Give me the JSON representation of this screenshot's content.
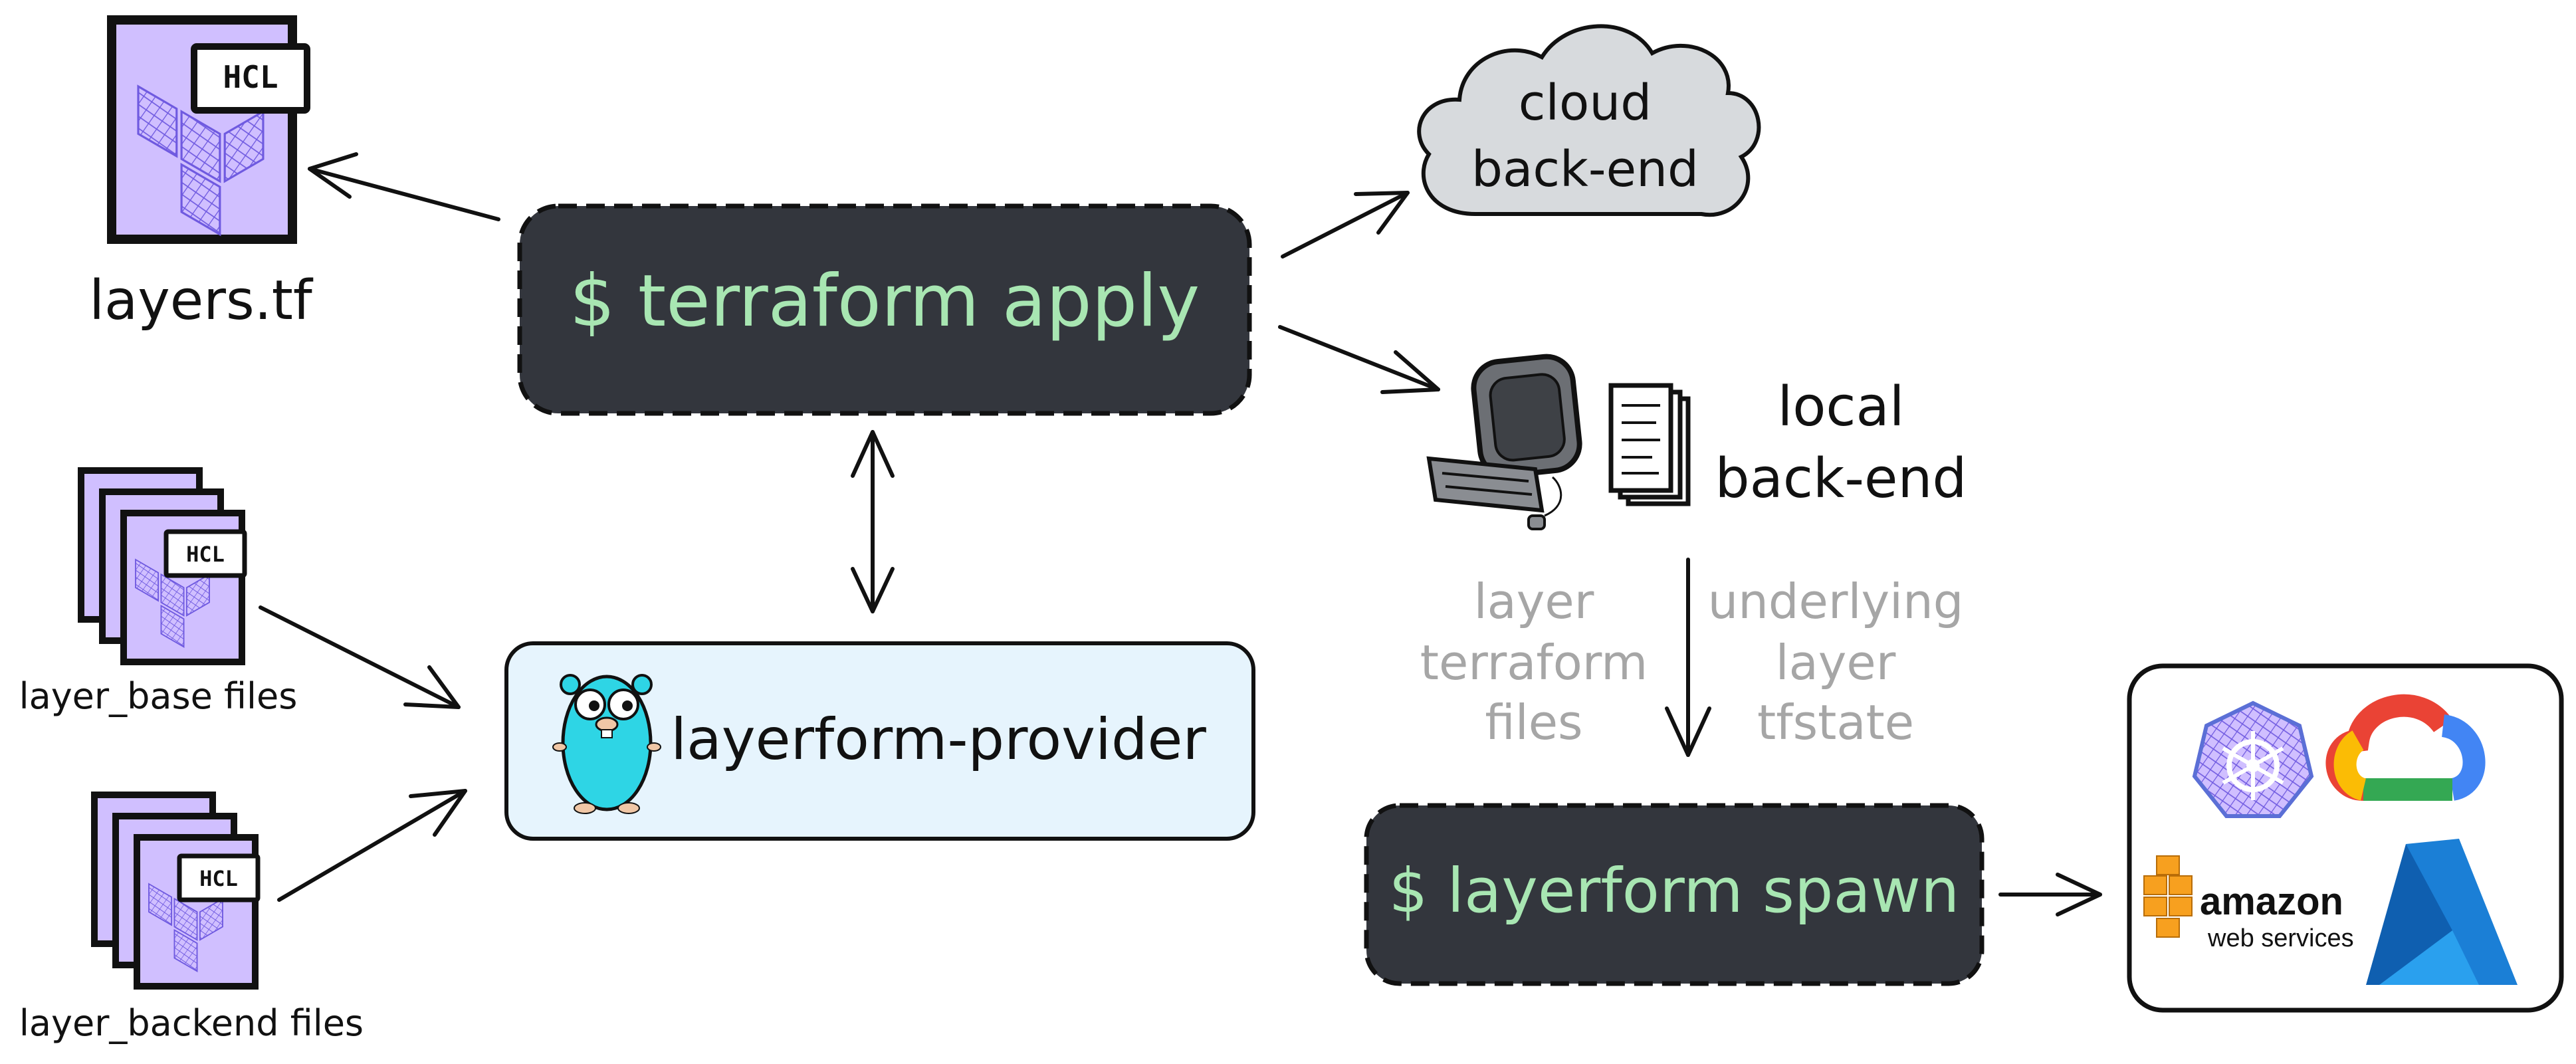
{
  "main_file": {
    "label": "layers.tf",
    "badge": "HCL"
  },
  "terraform_apply": {
    "command": "$ terraform apply"
  },
  "cloud_backend": {
    "line1": "cloud",
    "line2": "back-end"
  },
  "local_backend": {
    "line1": "local",
    "line2": "back-end"
  },
  "layer_base": {
    "label": "layer_base files",
    "badge": "HCL"
  },
  "layer_backend": {
    "label": "layer_backend files",
    "badge": "HCL"
  },
  "provider": {
    "label": "layerform-provider",
    "icon": "gopher-icon"
  },
  "flow_labels": {
    "left": [
      "layer",
      "terraform",
      "files"
    ],
    "right": [
      "underlying",
      "layer",
      "tfstate"
    ]
  },
  "spawn": {
    "command": "$ layerform spawn"
  },
  "targets": {
    "icons": [
      "kubernetes-icon",
      "google-cloud-icon",
      "aws-icon",
      "azure-icon"
    ],
    "aws_text": {
      "line1": "amazon",
      "line2": "web services"
    }
  },
  "colors": {
    "terminal_bg": "#33363d",
    "terminal_text": "#a8e6b2",
    "file_fill": "#d0bfff",
    "file_hatch": "#6f5ae0",
    "cloud_fill": "#d7dadd",
    "provider_fill": "#e6f4fd",
    "gopher": "#2ed5e5",
    "grey_text": "#a6a6a6",
    "stroke": "#111111"
  }
}
